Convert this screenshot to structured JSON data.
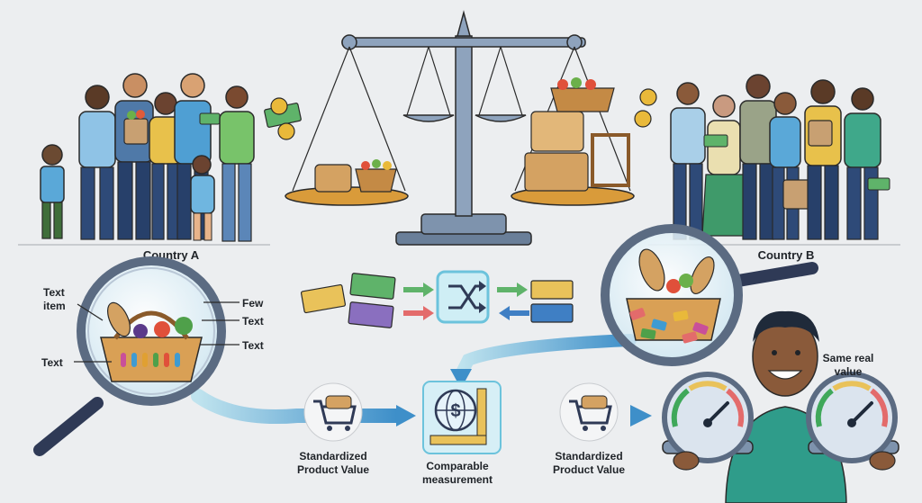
{
  "regions": {
    "left": "Country A",
    "right": "Country B"
  },
  "basket_labels": {
    "text_item_line1": "Text",
    "text_item_line2": "item",
    "few": "Few",
    "text_right_1": "Text",
    "text_right_2": "Text",
    "text_left_bottom": "Text"
  },
  "flow": {
    "step1_line1": "Standardized",
    "step1_line2": "Product Value",
    "center_line1": "Comparable",
    "center_line2": "measurement",
    "step2_line1": "Standardized",
    "step2_line2": "Product Value"
  },
  "result": {
    "line1": "Same real",
    "line2": "value"
  },
  "icons": {
    "scale": "balance-scale-icon",
    "exchange": "shuffle-icon",
    "magnifier": "magnifying-glass-icon",
    "globe": "globe-dollar-icon",
    "gauge": "gauge-icon",
    "cart": "shopping-cart-icon"
  },
  "colors": {
    "background": "#eceef0",
    "flow_arrow": "#7fc3d6",
    "money_green": "#5fb36a",
    "money_yellow": "#e9c25a",
    "money_purple": "#8a6fbf",
    "arrow_red": "#e36b6b",
    "arrow_blue": "#3f7fc4"
  }
}
